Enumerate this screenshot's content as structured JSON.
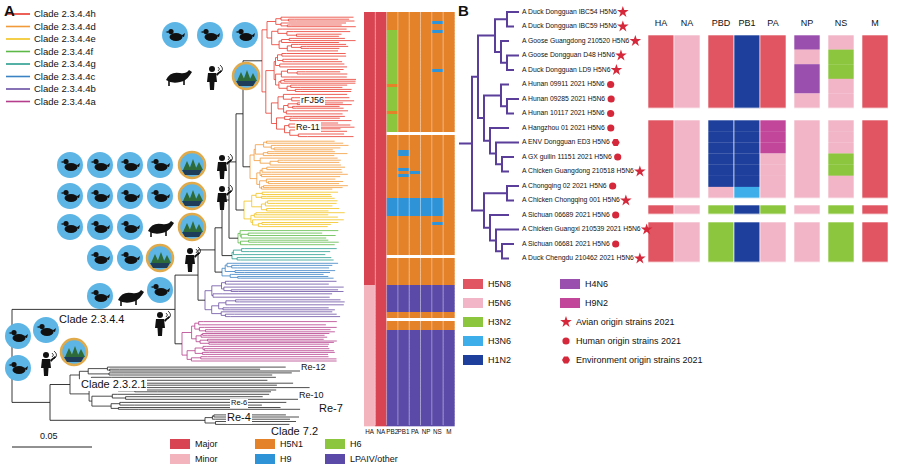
{
  "diagram": {
    "labels": [
      "A",
      "B",
      "rFJ56",
      "Re-11",
      "Clade 2.3.4.4",
      "Clade 2.3.2.1",
      "Re-12",
      "Re-10",
      "Re-6",
      "Re-7",
      "Re-4",
      "Clade 7.2",
      "0.05",
      "HA",
      "NA",
      "PB2",
      "PB1",
      "PA",
      "NP",
      "NS",
      "M",
      "HA",
      "NA",
      "PBD",
      "PB1",
      "PA",
      "NP",
      "NS",
      "M",
      "A Duck Dongguan IBC54 H5N6",
      "A Duck Dongguan IBC59 H5N6",
      "A Goose Guangdong 210520 H5N6",
      "A Goose Dongguan D48 H5N6",
      "A Duck Dongguan LD9 H5N6",
      "A Hunan 09911 2021 H5N6",
      "A Hunan 09285 2021 H5N6",
      "A Hunan 10117 2021 H5N6",
      "A Hangzhou 01 2021 H5N6",
      "A ENV Dongguan ED3 H5N6",
      "A GX guilin 11151 2021 H5N6",
      "A Chicken Guangdong 210518 H5N6",
      "A Chongqing 02 2021 H5N6",
      "A Chicken Chongqing 001 H5N6",
      "A Sichuan 06689 2021 H5N6",
      "A Chicken Guangxi 210539 2021 H5N6",
      "A Sichuan 06681 2021 H5N6",
      "A Duck Chengdu 210462 2021 H5N6"
    ],
    "legend": [
      {
        "text": "Clade 2.3.4.4h"
      },
      {
        "text": "Clade 2.3.4.4d"
      },
      {
        "text": "Clade 2.3.4.4e"
      },
      {
        "text": "Clade 2.3.4.4f"
      },
      {
        "text": "Clade 2.3.4.4g"
      },
      {
        "text": "Clade 2.3.4.4c"
      },
      {
        "text": "Clade 2.3.4.4b"
      },
      {
        "text": "Clade 2.3.4.4a"
      },
      {
        "text": "Major",
        "color": "#d94452"
      },
      {
        "text": "Minor",
        "color": "#f3b4bd"
      },
      {
        "text": "H5N1",
        "color": "#e4822a"
      },
      {
        "text": "H9",
        "color": "#2f93d8"
      },
      {
        "text": "H6",
        "color": "#8cc63f"
      },
      {
        "text": "LPAIV/other",
        "color": "#5b4aa8"
      },
      {
        "text": "H5N8",
        "color": "#e05561"
      },
      {
        "text": "H5N6",
        "color": "#f2b5c8"
      },
      {
        "text": "H3N2",
        "color": "#8cc63f"
      },
      {
        "text": "H3N6",
        "color": "#3daee9"
      },
      {
        "text": "H1N2",
        "color": "#1f3f9c"
      },
      {
        "text": "H4N6",
        "color": "#9a4fae"
      },
      {
        "text": "H9N2",
        "color": "#c2479b"
      },
      {
        "text": "Avian origin strains 2021"
      },
      {
        "text": "Human origin strains 2021"
      },
      {
        "text": "Environment origin strains 2021"
      }
    ]
  }
}
